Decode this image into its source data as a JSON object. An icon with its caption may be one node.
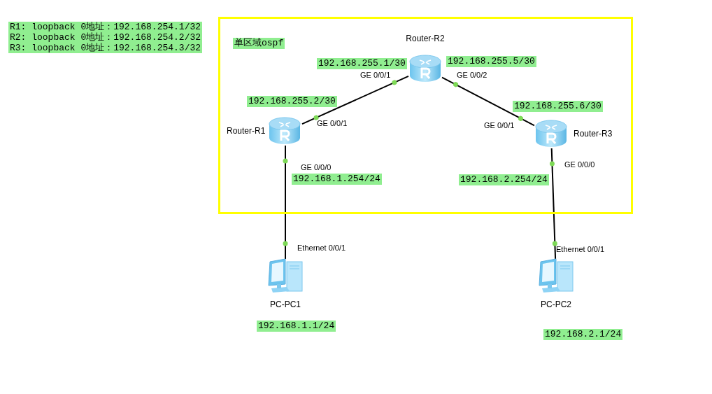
{
  "diagram": {
    "nodes": [
      {
        "text": [
          "单区域ospf"
        ]
      },
      {
        "text": [
          "Router-R2"
        ],
        "in": 0
      },
      {
        "text": [
          "Router-R1"
        ],
        "in": 0
      },
      {
        "text": [
          "Router-R3"
        ],
        "in": 0
      },
      {
        "text": [
          "PC-PC1"
        ]
      },
      {
        "text": [
          "PC-PC2"
        ]
      }
    ],
    "edges": [
      {
        "from": 1,
        "to": 2,
        "arrow": "other"
      },
      {
        "from": 1,
        "to": 3,
        "arrow": "other"
      },
      {
        "from": 2,
        "to": 4,
        "arrow": "other"
      },
      {
        "from": 3,
        "to": 5,
        "arrow": "other"
      }
    ],
    "labels": [
      "R1: loopback 0地址：192.168.254.1/32",
      "R2: loopback 0地址：192.168.254.2/32",
      "R3: loopback 0地址：192.168.254.3/32",
      "192.168.255.1/30",
      "GE 0/0/1",
      "192.168.255.5/30",
      "GE 0/0/2",
      "192.168.255.2/30",
      "GE 0/0/1",
      "192.168.255.6/30",
      "GE 0/0/1",
      "GE 0/0/0",
      "192.168.1.254/24",
      "GE 0/0/0",
      "192.168.2.254/24",
      "Ethernet 0/0/1",
      "Ethernet 0/0/1",
      "192.168.1.1/24",
      "192.168.2.1/24"
    ]
  }
}
